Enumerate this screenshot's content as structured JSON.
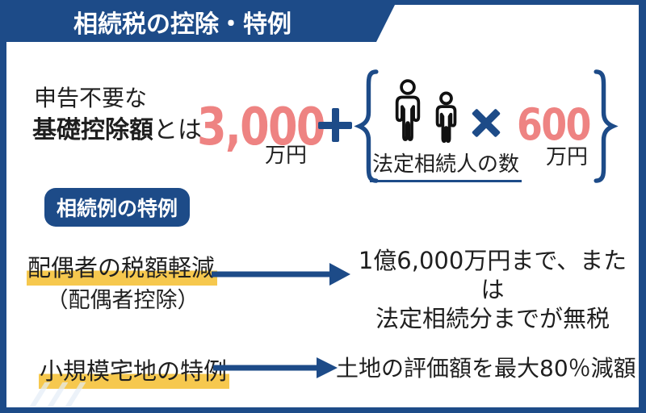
{
  "colors": {
    "navy": "#1d4b88",
    "pink": "#ee8382",
    "highlight_yellow": "#f6c84e",
    "text": "#1f1f1f"
  },
  "banner": {
    "title": "相続税の控除・特例"
  },
  "formula": {
    "intro_line1": "申告不要な",
    "intro_bold": "基礎控除額",
    "intro_rest": "とは",
    "base_amount": "3,000",
    "base_unit": "万円",
    "plus_sign": "+",
    "heirs_label": "法定相続人の数",
    "times_sign": "×",
    "heir_amount": "600",
    "heir_unit": "万円"
  },
  "badge": {
    "label": "相続例の特例"
  },
  "cases": [
    {
      "name": "配偶者の税額軽減",
      "alias": "（配偶者控除）",
      "desc_line1": "1億6,000万円まで、または",
      "desc_line2": "法定相続分までが無税"
    },
    {
      "name": "小規模宅地の特例",
      "desc_line1": "土地の評価額を最大80％減額"
    }
  ]
}
